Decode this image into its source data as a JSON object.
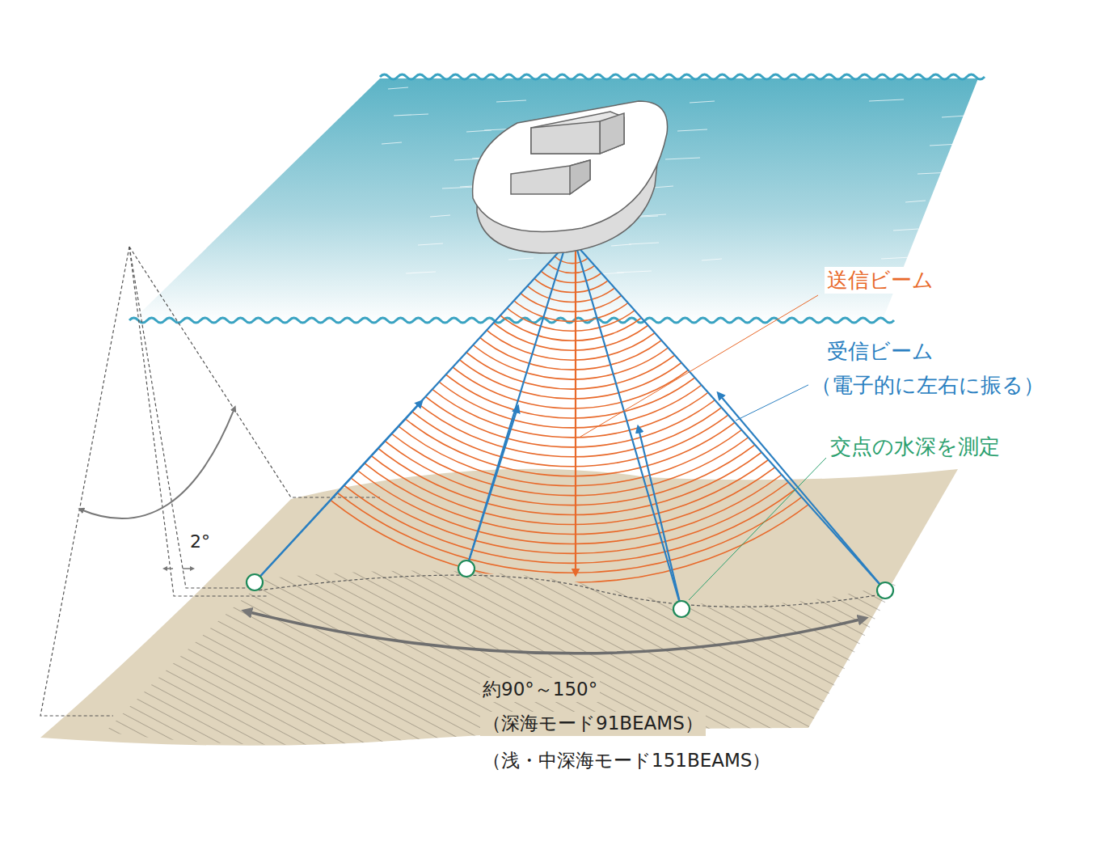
{
  "diagram": {
    "labels": [
      "送信ビーム",
      "受信ビーム",
      "（電子的に左右に振る）",
      "交点の水深を測定",
      "2°",
      "約90°～150°",
      "（深海モード91BEAMS）",
      "（浅・中深海モード151BEAMS）"
    ]
  }
}
